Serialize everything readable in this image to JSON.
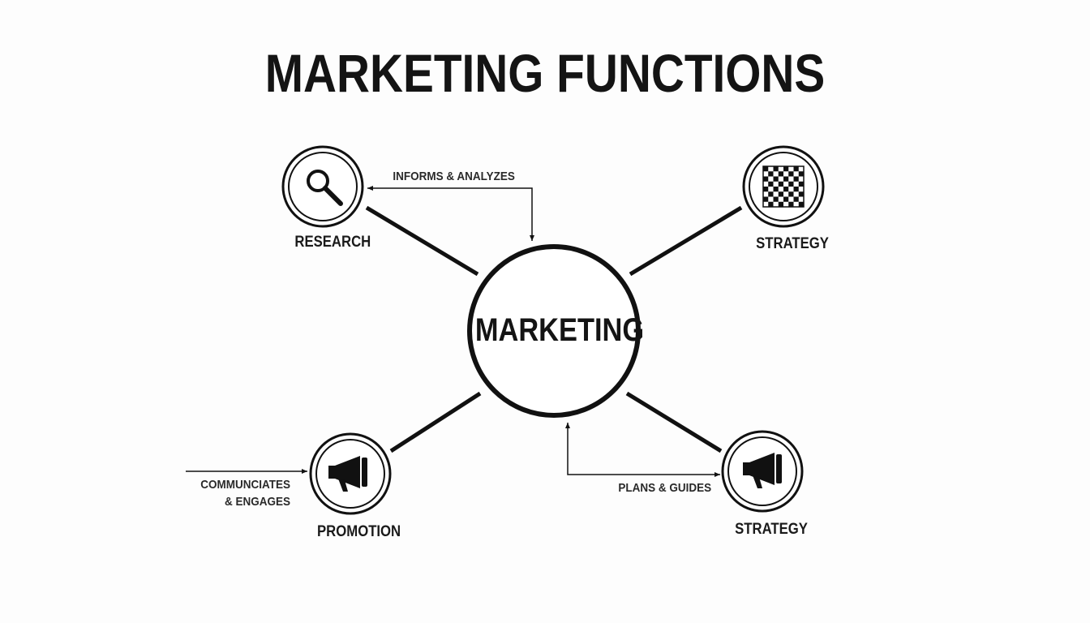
{
  "title": "MARKETING FUNCTIONS",
  "center": {
    "label": "MARKETING"
  },
  "nodes": {
    "research": {
      "label": "RESEARCH",
      "icon": "magnifying-glass-icon"
    },
    "strategy_top": {
      "label": "STRATEGY",
      "icon": "checkerboard-icon"
    },
    "promotion": {
      "label": "PROMOTION",
      "icon": "megaphone-icon"
    },
    "strategy_bottom": {
      "label": "STRATEGY",
      "icon": "megaphone-icon"
    }
  },
  "annotations": {
    "informs": "INFORMS & ANALYZES",
    "communicates_line1": "COMMUNCIATES",
    "communicates_line2": "& ENGAGES",
    "plans": "PLANS & GUIDES"
  },
  "colors": {
    "ink": "#111111",
    "background": "#fdfdfd"
  }
}
